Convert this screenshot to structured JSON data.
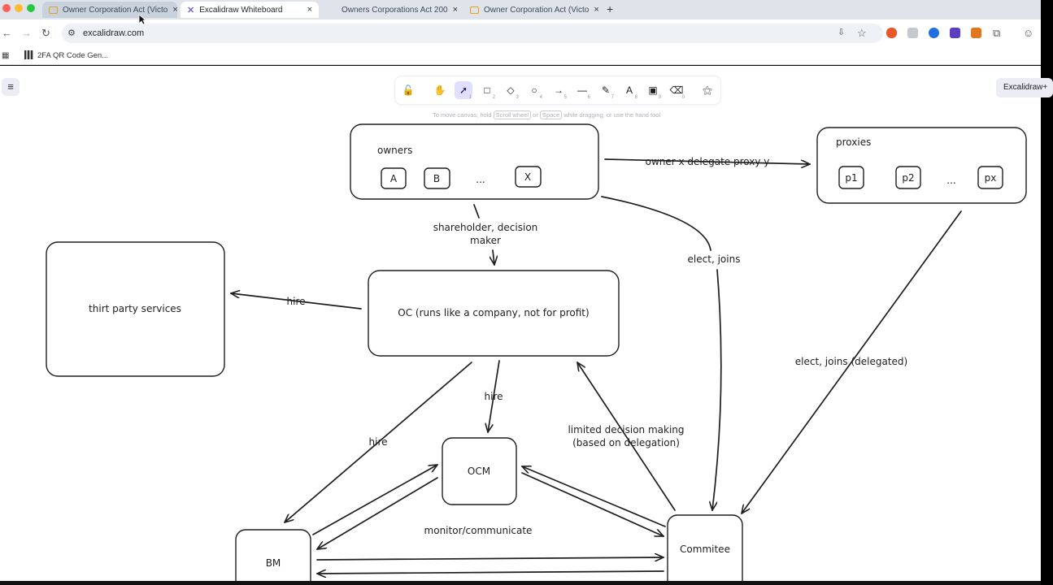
{
  "browser": {
    "tabs": [
      {
        "title": "Owner Corporation Act (Victo",
        "active": false,
        "hover": true
      },
      {
        "title": "Excalidraw Whiteboard",
        "active": true
      },
      {
        "title": "Owners Corporations Act 200",
        "active": false
      },
      {
        "title": "Owner Corporation Act (Victo",
        "active": false
      }
    ],
    "url": "excalidraw.com",
    "bookmarks": [
      "2FA QR Code Gen..."
    ]
  },
  "excalidraw": {
    "menu_icon": "hamburger-icon",
    "tools": [
      {
        "name": "lock-icon",
        "glyph": "🔓",
        "key": ""
      },
      {
        "name": "hand-icon",
        "glyph": "✋",
        "key": ""
      },
      {
        "name": "selection-icon",
        "glyph": "➚",
        "key": "1",
        "selected": true
      },
      {
        "name": "rectangle-icon",
        "glyph": "□",
        "key": "2"
      },
      {
        "name": "diamond-icon",
        "glyph": "◇",
        "key": "3"
      },
      {
        "name": "ellipse-icon",
        "glyph": "○",
        "key": "4"
      },
      {
        "name": "arrow-icon",
        "glyph": "→",
        "key": "5"
      },
      {
        "name": "line-icon",
        "glyph": "—",
        "key": "6"
      },
      {
        "name": "pencil-icon",
        "glyph": "✎",
        "key": "7"
      },
      {
        "name": "text-icon",
        "glyph": "A",
        "key": "8"
      },
      {
        "name": "image-icon",
        "glyph": "▣",
        "key": "9"
      },
      {
        "name": "eraser-icon",
        "glyph": "⌫",
        "key": "0"
      },
      {
        "name": "more-tools-icon",
        "glyph": "⚝",
        "key": ""
      }
    ],
    "hint": {
      "prefix": "To move canvas, hold",
      "key1": "Scroll wheel",
      "or": "or",
      "key2": "Space",
      "suffix": "while dragging, or use the hand tool"
    },
    "library_button": "Excalidraw+"
  },
  "diagram": {
    "owners": {
      "title": "owners",
      "items": [
        "A",
        "B",
        "...",
        "X"
      ]
    },
    "proxies": {
      "title": "proxies",
      "items": [
        "p1",
        "p2",
        "...",
        "px"
      ]
    },
    "oc": "OC (runs like a company, not for profit)",
    "third_party": "thirt party services",
    "ocm": "OCM",
    "bm": "BM",
    "committee": "Commitee",
    "labels": {
      "delegate": "owner x delegate proxy y",
      "shareholder_1": "shareholder, decision",
      "shareholder_2": "maker",
      "elect_joins": "elect, joins",
      "elect_delegated": "elect, joins (delegated)",
      "hire_third": "hire",
      "hire_ocm": "hire",
      "hire_bm": "hire",
      "limited_1": "limited decision making",
      "limited_2": "(based on delegation)",
      "monitor": "monitor/communicate"
    }
  }
}
